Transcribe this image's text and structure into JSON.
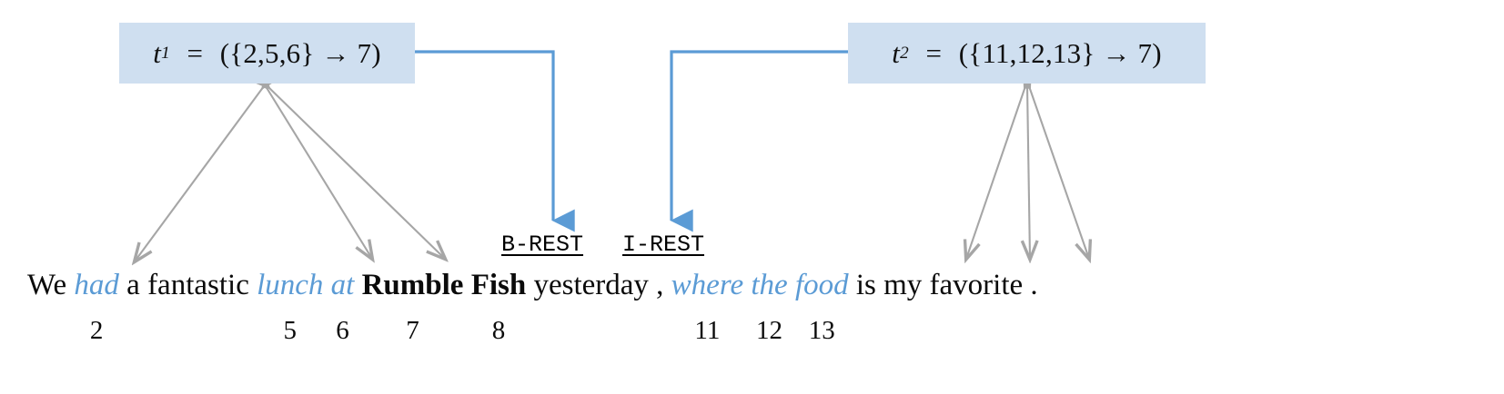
{
  "figure": {
    "title": "Event trigger-argument diagram over a tagged sentence",
    "background_color": "#ffffff",
    "box_fill_color": "#cfdff0",
    "connector_color": "#5b9bd5",
    "argument_arrow_color": "#a6a6a6",
    "argument_text_color": "#5b9bd5"
  },
  "triggers": [
    {
      "id": "t1",
      "var": "t",
      "subscript": "1",
      "equals": "=",
      "expression": "({2,5,6} → 7)",
      "args_set": "{2,5,6}",
      "arrow": "→",
      "target_index": "7",
      "full_text": "t1 = ({2,5,6} → 7)",
      "points_to_tag": "B-REST",
      "argument_indices": [
        "2",
        "5",
        "6"
      ]
    },
    {
      "id": "t2",
      "var": "t",
      "subscript": "2",
      "equals": "=",
      "expression": "({11,12,13} → 7)",
      "args_set": "{11,12,13}",
      "arrow": "→",
      "target_index": "7",
      "full_text": "t2 = ({11,12,13} → 7)",
      "points_to_tag": "I-REST",
      "argument_indices": [
        "11",
        "12",
        "13"
      ]
    }
  ],
  "tags": [
    {
      "id": "b-rest",
      "label": "B-REST",
      "over_token": "Rumble",
      "token_index": "7"
    },
    {
      "id": "i-rest",
      "label": "I-REST",
      "over_token": "Fish",
      "token_index": "8"
    }
  ],
  "sentence": {
    "tokens": [
      {
        "text": "We",
        "style": "plain",
        "index": null
      },
      {
        "text": "had",
        "style": "arg",
        "index": "2"
      },
      {
        "text": "a",
        "style": "plain",
        "index": null
      },
      {
        "text": "fantastic",
        "style": "plain",
        "index": null
      },
      {
        "text": "lunch",
        "style": "arg",
        "index": "5"
      },
      {
        "text": "at",
        "style": "arg",
        "index": "6"
      },
      {
        "text": "Rumble",
        "style": "trig",
        "index": "7"
      },
      {
        "text": "Fish",
        "style": "trig",
        "index": "8"
      },
      {
        "text": "yesterday",
        "style": "plain",
        "index": null
      },
      {
        "text": ",",
        "style": "plain",
        "index": null
      },
      {
        "text": "where",
        "style": "arg",
        "index": "11"
      },
      {
        "text": "the",
        "style": "arg",
        "index": "12"
      },
      {
        "text": "food",
        "style": "arg",
        "index": "13"
      },
      {
        "text": "is",
        "style": "plain",
        "index": null
      },
      {
        "text": "my",
        "style": "plain",
        "index": null
      },
      {
        "text": "favorite",
        "style": "plain",
        "index": null
      },
      {
        "text": ".",
        "style": "plain",
        "index": null
      }
    ],
    "plain_text": "We had a fantastic lunch at Rumble Fish yesterday , where the food is my favorite ."
  },
  "index_row": {
    "values": [
      "2",
      "5",
      "6",
      "7",
      "8",
      "11",
      "12",
      "13"
    ]
  }
}
